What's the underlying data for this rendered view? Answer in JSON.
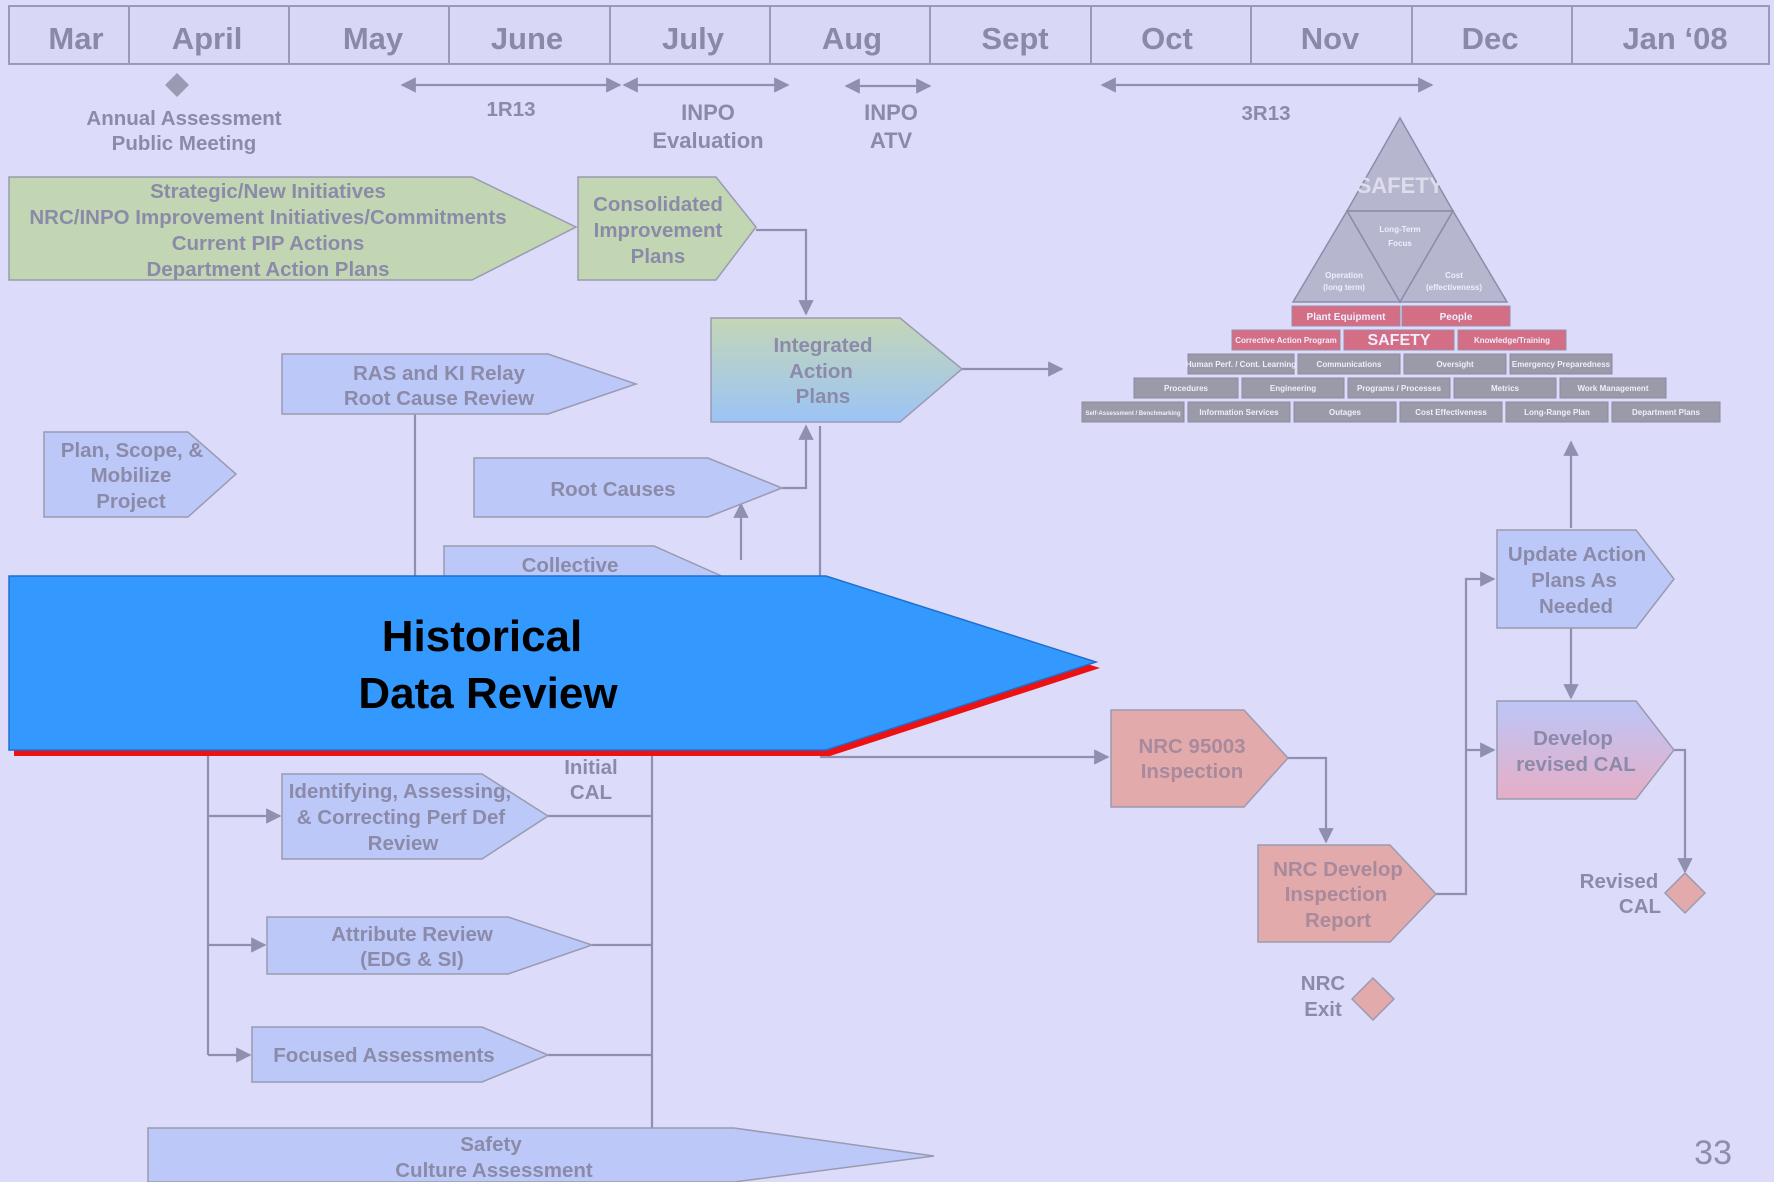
{
  "timeline": {
    "months": [
      "Mar",
      "April",
      "May",
      "June",
      "July",
      "Aug",
      "Sept",
      "Oct",
      "Nov",
      "Dec",
      "Jan ‘08"
    ]
  },
  "milestones": {
    "annual_assessment": [
      "Annual Assessment",
      "Public Meeting"
    ],
    "r1r13": "1R13",
    "inpo_evaluation": [
      "INPO",
      "Evaluation"
    ],
    "inpo_atv": [
      "INPO",
      "ATV"
    ],
    "r3r13": "3R13"
  },
  "boxes": {
    "strategic": [
      "Strategic/New Initiatives",
      "NRC/INPO Improvement Initiatives/Commitments",
      "Current PIP Actions",
      "Department Action Plans"
    ],
    "consolidated": [
      "Consolidated",
      "Improvement",
      "Plans"
    ],
    "integrated": [
      "Integrated",
      "Action",
      "Plans"
    ],
    "ras_ki": [
      "RAS and KI Relay",
      "Root Cause Review"
    ],
    "plan_scope": [
      "Plan, Scope, &",
      "Mobilize",
      "Project"
    ],
    "root_causes": "Root Causes",
    "collective": "Collective",
    "historical": [
      "Historical",
      "Data Review"
    ],
    "initial_cal": [
      "Initial",
      "CAL"
    ],
    "identifying": [
      "Identifying, Assessing,",
      "& Correcting Perf Def",
      "Review"
    ],
    "attribute": [
      "Attribute Review",
      "(EDG & SI)"
    ],
    "focused": "Focused Assessments",
    "safety_culture": [
      "Safety",
      "Culture Assessment"
    ],
    "nrc_95003": [
      "NRC 95003",
      "Inspection"
    ],
    "nrc_develop": [
      "NRC Develop",
      "Inspection",
      "Report"
    ],
    "nrc_exit": [
      "NRC",
      "Exit"
    ],
    "update_action": [
      "Update Action",
      "Plans As",
      "Needed"
    ],
    "develop_cal": [
      "Develop",
      "revised CAL"
    ],
    "revised_cal": [
      "Revised",
      "CAL"
    ]
  },
  "pyramid": {
    "top": "SAFETY",
    "long_term": [
      "Long-Term",
      "Focus"
    ],
    "operation": [
      "Operation",
      "(long term)"
    ],
    "cost": [
      "Cost",
      "(effectiveness)"
    ],
    "row1": [
      "Plant Equipment",
      "People"
    ],
    "row2": [
      "Corrective Action Program",
      "SAFETY",
      "Knowledge/Training"
    ],
    "row3": [
      "Human Perf. / Cont. Learning",
      "Communications",
      "Oversight",
      "Emergency Preparedness"
    ],
    "row4": [
      "Procedures",
      "Engineering",
      "Programs / Processes",
      "Metrics",
      "Work Management"
    ],
    "row5": [
      "Self-Assessment / Benchmarking",
      "Information Services",
      "Outages",
      "Cost Effectiveness",
      "Long-Range Plan",
      "Department Plans"
    ]
  },
  "page_number": "33",
  "colors": {
    "background": "#dcdcfa",
    "historical_fill": "#3399ff",
    "historical_shadow": "#ff0000",
    "green_fill": "#c2d6b4",
    "blue_fill": "#bcc8f8",
    "red_fill": "#e3aaac",
    "pink_row": "#d46e84"
  }
}
